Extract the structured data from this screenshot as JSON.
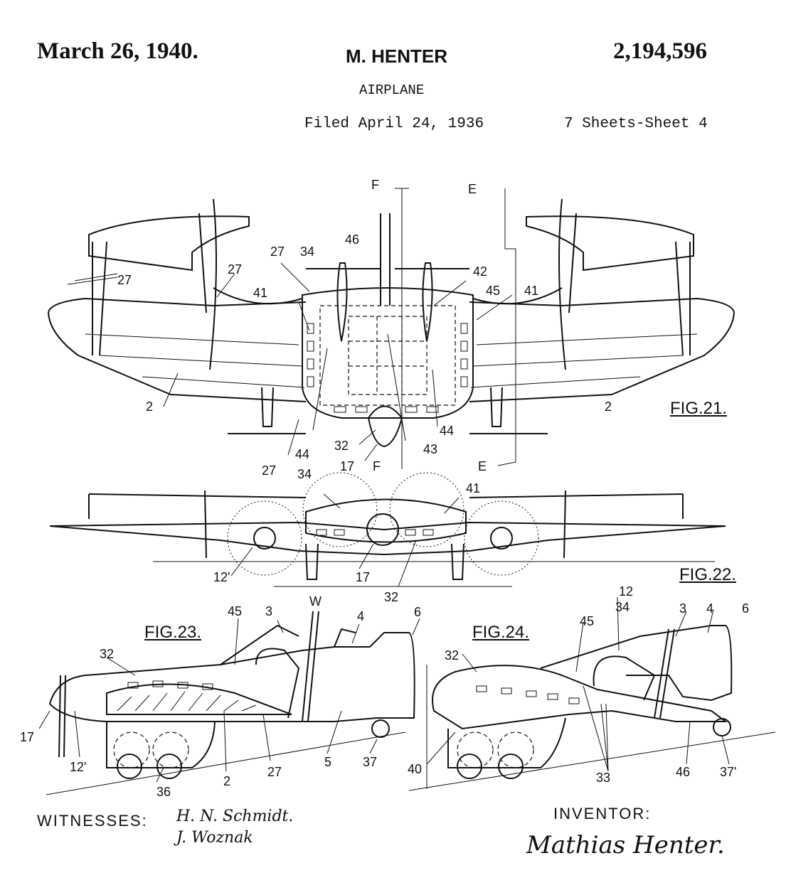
{
  "header": {
    "date": "March 26, 1940.",
    "inventor": "M. HENTER",
    "patent_number": "2,194,596",
    "title": "AIRPLANE",
    "filed": "Filed April 24, 1936",
    "sheets": "7 Sheets-Sheet 4"
  },
  "figures": {
    "fig21": "FIG.21.",
    "fig22": "FIG.22.",
    "fig23": "FIG.23.",
    "fig24": "FIG.24."
  },
  "section_markers": {
    "f": "F",
    "e": "E",
    "w": "W"
  },
  "reference_numerals": {
    "n2": "2",
    "n3": "3",
    "n4": "4",
    "n5": "5",
    "n6": "6",
    "n12": "12",
    "n12p": "12'",
    "n17": "17",
    "n27": "27",
    "n32": "32",
    "n33": "33",
    "n34": "34",
    "n36": "36",
    "n37": "37",
    "n37p": "37'",
    "n40": "40",
    "n41": "41",
    "n42": "42",
    "n43": "43",
    "n44": "44",
    "n45": "45",
    "n46": "46"
  },
  "footer": {
    "witnesses_label": "WITNESSES:",
    "witness_signatures": [
      "H. N. Schmidt.",
      "J. Woznak"
    ],
    "inventor_label": "INVENTOR:",
    "inventor_signature": "Mathias Henter."
  }
}
